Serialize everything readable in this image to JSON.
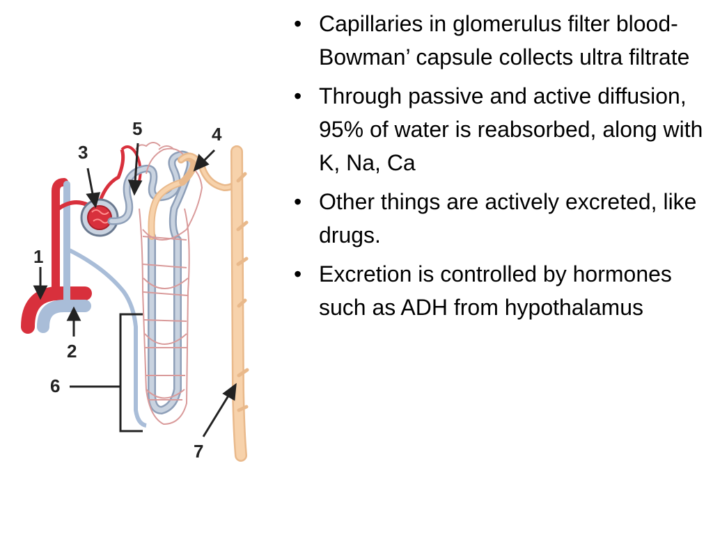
{
  "diagram": {
    "labels": [
      "1",
      "2",
      "3",
      "4",
      "5",
      "6",
      "7"
    ],
    "colors": {
      "artery": "#d8303c",
      "vein": "#a9bdd8",
      "tubule": "#f7c99a",
      "duct": "#f5c48f",
      "capillary_net": "#d99a9a",
      "outline": "#555555"
    }
  },
  "bullets": [
    "Capillaries in glomerulus filter blood- Bowman’ capsule collects ultra filtrate",
    "Through passive and active diffusion, 95% of water is reabsorbed, along with K, Na, Ca",
    "Other things are actively excreted, like drugs.",
    "Excretion is controlled by hormones such as ADH from hypothalamus"
  ],
  "bullet_symbol": "•"
}
